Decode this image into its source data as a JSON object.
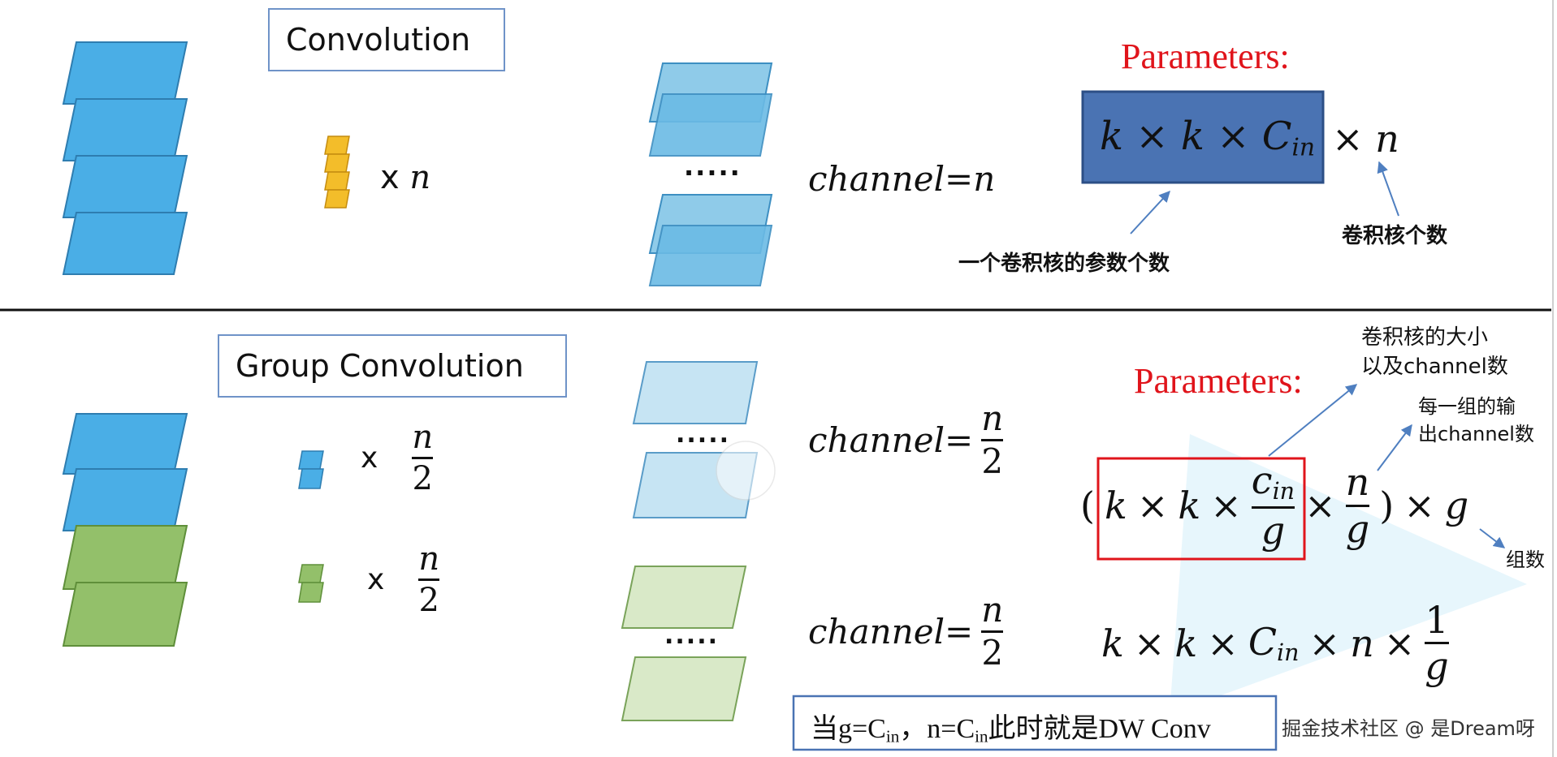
{
  "top": {
    "title": "Convolution",
    "multiplier": {
      "x": "x",
      "n": "n"
    },
    "dots": ".....",
    "channel_label": "channel=n",
    "params_title": "Parameters:",
    "formula": {
      "k1": "k",
      "times1": "×",
      "k2": "k",
      "times2": "×",
      "c": "C",
      "c_sub": "in",
      "times3": "×",
      "n": "n"
    },
    "annot_kernel_params": "一个卷积核的参数个数",
    "annot_kernel_count": "卷积核个数"
  },
  "bottom": {
    "title": "Group Convolution",
    "mult1": {
      "x": "x",
      "num": "n",
      "den": "2"
    },
    "mult2": {
      "x": "x",
      "num": "n",
      "den": "2"
    },
    "dots1": ".....",
    "dots2": ".....",
    "channel1": {
      "label": "channel=",
      "num": "n",
      "den": "2"
    },
    "channel2": {
      "label": "channel=",
      "num": "n",
      "den": "2"
    },
    "params_title": "Parameters:",
    "formula1": {
      "open": "(",
      "k1": "k",
      "t1": "×",
      "k2": "k",
      "t2": "×",
      "frac1_num": "c",
      "frac1_num_sub": "in",
      "frac1_den": "g",
      "t3": "×",
      "frac2_num": "n",
      "frac2_den": "g",
      "close": ")",
      "t4": "×",
      "g": "g"
    },
    "formula2": {
      "k1": "k",
      "t1": "×",
      "k2": "k",
      "t2": "×",
      "c": "C",
      "c_sub": "in",
      "t3": "×",
      "n": "n",
      "t4": "×",
      "frac_num": "1",
      "frac_den": "g"
    },
    "annot_kernel_size_line1": "卷积核的大小",
    "annot_kernel_size_line2": "以及channel数",
    "annot_group_out_line1": "每一组的输",
    "annot_group_out_line2": "出channel数",
    "annot_groups": "组数",
    "note": {
      "p1": "当g=C",
      "s1": "in",
      "p2": "，n=C",
      "s2": "in",
      "p3": "此时就是DW Conv"
    }
  },
  "watermark": "掘金技术社区 @ 是Dream呀",
  "colors": {
    "blue_layer": "#4aaee6",
    "light_blue_layer": "#b9dff2",
    "green_layer": "#93c06a",
    "light_green_layer": "#d9e9c8",
    "kernel_yellow": "#f3bd2a",
    "formula_box": "#4a73b3",
    "red_box": "#e0141b",
    "arrow": "#4f7fc0"
  }
}
